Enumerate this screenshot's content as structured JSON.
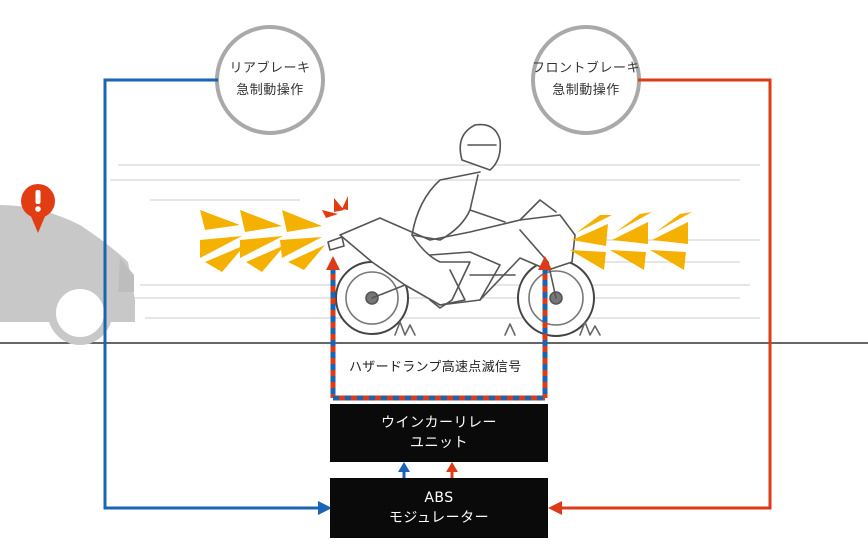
{
  "rear_brake": {
    "line1": "リアブレーキ",
    "line2": "急制動操作",
    "color": "#1a64b4"
  },
  "front_brake": {
    "line1": "フロントブレーキ",
    "line2": "急制動操作",
    "color": "#dd3a18"
  },
  "hazard_signal": {
    "label": "ハザードランプ高速点滅信号"
  },
  "winker_relay": {
    "line1": "ウインカーリレー",
    "line2": "ユニット"
  },
  "abs_modulator": {
    "line1": "ABS",
    "line2": "モジュレーター"
  },
  "colors": {
    "blink": "#f5b100",
    "warning": "#e23c12",
    "car": "#c8c8c8",
    "ground": "#333333",
    "box": "#0a0a0a"
  },
  "icons": [
    "warning-exclamation-icon",
    "motorcycle-rider-illustration",
    "car-rear-illustration",
    "blink-rays-icon"
  ]
}
